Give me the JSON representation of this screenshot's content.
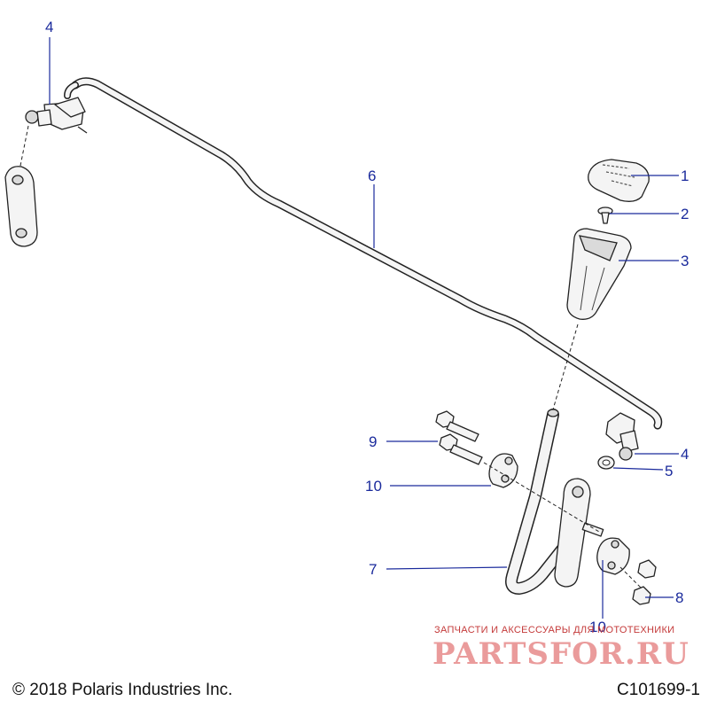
{
  "callouts": [
    {
      "id": "callout-1",
      "text": "1"
    },
    {
      "id": "callout-2",
      "text": "2"
    },
    {
      "id": "callout-3",
      "text": "3"
    },
    {
      "id": "callout-4-top",
      "text": "4"
    },
    {
      "id": "callout-4-right",
      "text": "4"
    },
    {
      "id": "callout-5",
      "text": "5"
    },
    {
      "id": "callout-6",
      "text": "6"
    },
    {
      "id": "callout-7",
      "text": "7"
    },
    {
      "id": "callout-8",
      "text": "8"
    },
    {
      "id": "callout-9",
      "text": "9"
    },
    {
      "id": "callout-10-left",
      "text": "10"
    },
    {
      "id": "callout-10-bottom",
      "text": "10"
    }
  ],
  "footer": {
    "copyright": "© 2018 Polaris Industries Inc.",
    "drawing_id": "C101699-1"
  },
  "watermark": {
    "caption": "ЗАПЧАСТИ И АКСЕССУАРЫ ДЛЯ МОТОТЕХНИКИ",
    "logo": "PARTSFOR.RU"
  },
  "colors": {
    "callout": "#1a2a9c",
    "line_art": "#222222",
    "watermark": "#d94a4a"
  }
}
